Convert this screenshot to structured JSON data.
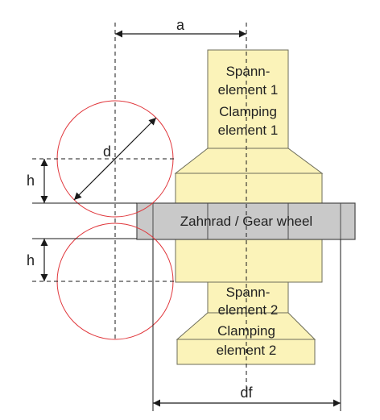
{
  "colors": {
    "element_fill": "#fbf3b9",
    "element_stroke": "#6d6d5a",
    "gear_fill": "#c9c9c9",
    "gear_stroke": "#4a4a4a",
    "circle_stroke": "#e0353a",
    "line": "#1a1a1a"
  },
  "labels": {
    "a": "a",
    "d": "d",
    "h_top": "h",
    "h_bottom": "h",
    "df": "df",
    "clamp1_de_1": "Spann-",
    "clamp1_de_2": "element 1",
    "clamp1_en_1": "Clamping",
    "clamp1_en_2": "element 1",
    "gear": "Zahnrad / Gear wheel",
    "clamp2_de_1": "Spann-",
    "clamp2_de_2": "element 2",
    "clamp2_en_1": "Clamping",
    "clamp2_en_2": "element 2"
  }
}
